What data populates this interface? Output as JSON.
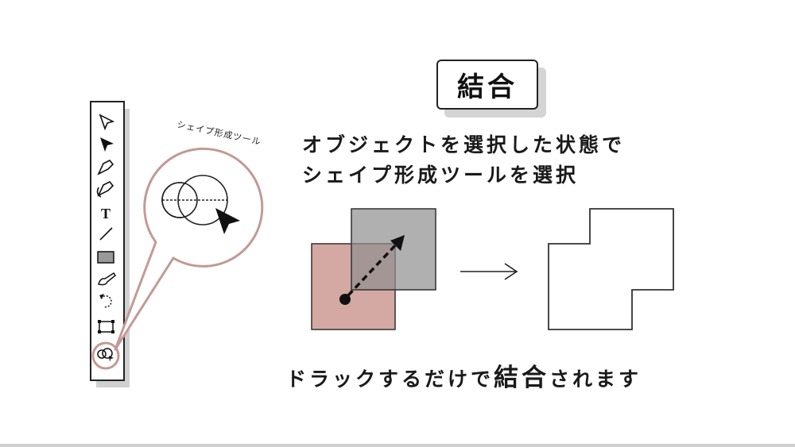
{
  "title": "結合",
  "instruction_lines": [
    "オブジェクトを選択した状態で",
    "シェイプ形成ツールを選択"
  ],
  "bubble_label": "シェイプ形成ツール",
  "bottom_text": {
    "before": "ドラックするだけで",
    "emphasis": "結合",
    "after": "されます"
  },
  "toolbar_tools": [
    "selection-tool",
    "direct-selection-tool",
    "pen-tool",
    "curvature-tool",
    "type-tool",
    "line-tool",
    "rectangle-tool",
    "paintbrush-tool",
    "rotate-tool",
    "free-transform-tool",
    "shape-builder-tool"
  ],
  "colors": {
    "accent": "#c29a95",
    "pink_fill": "#d4a9a3",
    "gray_fill": "#a9a9a9"
  }
}
